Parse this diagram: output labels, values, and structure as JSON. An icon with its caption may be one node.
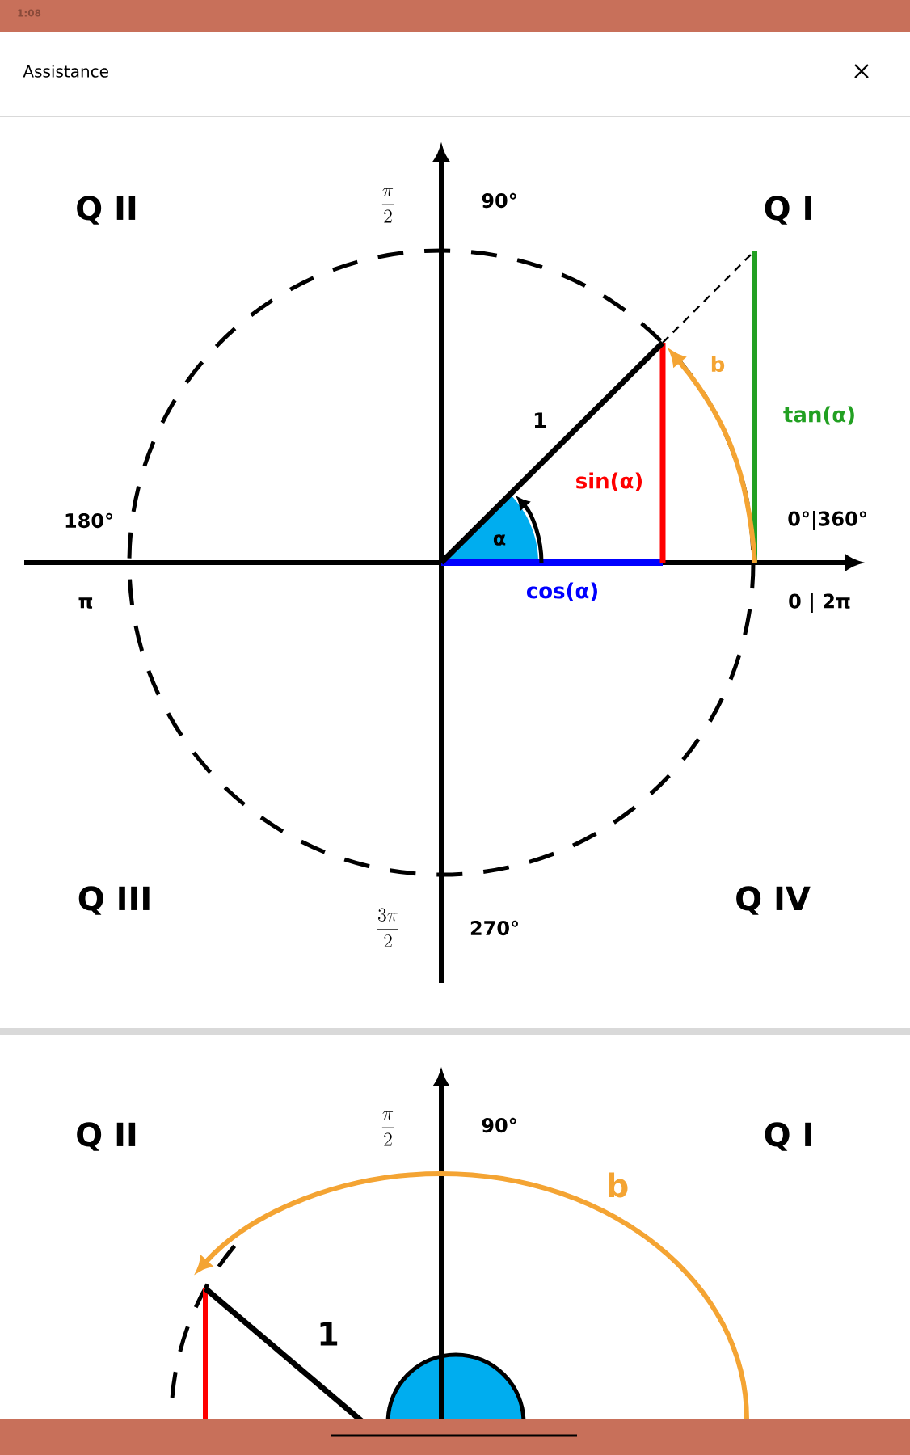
{
  "diagram": {
    "title": "Assistance",
    "labels": [
      "1:08",
      "Q II",
      "\\frac{\\pi}{2}",
      "90°",
      "Q I",
      "1",
      "b",
      "tan(α)",
      "sin(α)",
      "180°",
      "α",
      "0°|360°",
      "π",
      "cos(α)",
      "0 | 2π",
      "Q III",
      "\\frac{3\\pi}{2}",
      "270°",
      "Q IV",
      "Q II",
      "\\frac{\\pi}{2}",
      "90°",
      "Q I",
      "b",
      "1"
    ]
  }
}
